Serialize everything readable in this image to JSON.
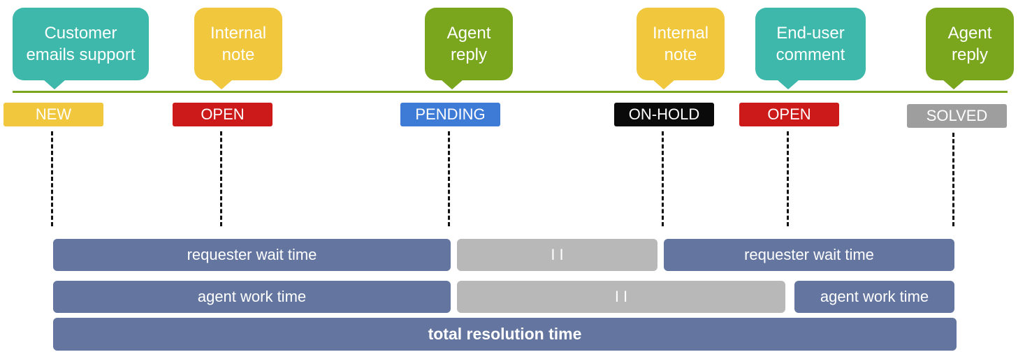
{
  "colors": {
    "teal": "#3db8ab",
    "yellow": "#f0c73d",
    "green": "#7aa61e",
    "timeline": "#7aa61e",
    "new": "#f0c73d",
    "open": "#cc1a1a",
    "pending": "#3e7bd6",
    "on_hold": "#0a0a0a",
    "solved": "#9e9e9e",
    "bar_blue": "#6476a0",
    "bar_gray": "#b8b8b8"
  },
  "events": [
    {
      "label": "Customer\nemails support",
      "color": "teal"
    },
    {
      "label": "Internal\nnote",
      "color": "yellow"
    },
    {
      "label": "Agent\nreply",
      "color": "green"
    },
    {
      "label": "Internal\nnote",
      "color": "yellow"
    },
    {
      "label": "End-user\ncomment",
      "color": "teal"
    },
    {
      "label": "Agent\nreply",
      "color": "green"
    }
  ],
  "statuses": [
    {
      "label": "NEW",
      "color": "new"
    },
    {
      "label": "OPEN",
      "color": "open"
    },
    {
      "label": "PENDING",
      "color": "pending"
    },
    {
      "label": "ON-HOLD",
      "color": "on_hold"
    },
    {
      "label": "OPEN",
      "color": "open"
    },
    {
      "label": "SOLVED",
      "color": "solved"
    }
  ],
  "rows": {
    "requester_wait": [
      {
        "label": "requester wait time",
        "color": "bar_blue"
      },
      {
        "label": "I I",
        "color": "bar_gray"
      },
      {
        "label": "requester wait time",
        "color": "bar_blue"
      }
    ],
    "agent_work": [
      {
        "label": "agent work time",
        "color": "bar_blue"
      },
      {
        "label": "I I",
        "color": "bar_gray"
      },
      {
        "label": "agent work time",
        "color": "bar_blue"
      }
    ],
    "total": [
      {
        "label": "total resolution time",
        "color": "bar_blue"
      }
    ]
  }
}
